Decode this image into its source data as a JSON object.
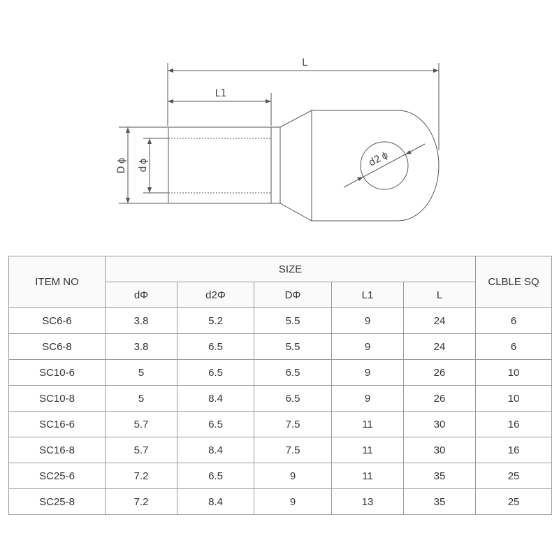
{
  "drawing": {
    "labels": {
      "L": "L",
      "L1": "L1",
      "D": "D",
      "d": "d",
      "d2": "d2",
      "phi": "ϕ"
    }
  },
  "table": {
    "item_header": "ITEM NO",
    "size_header": "SIZE",
    "cable_header": "CLBLE SQ",
    "sub_headers": [
      "dΦ",
      "d2Φ",
      "DΦ",
      "L1",
      "L"
    ],
    "rows": [
      [
        "SC6-6",
        "3.8",
        "5.2",
        "5.5",
        "9",
        "24",
        "6"
      ],
      [
        "SC6-8",
        "3.8",
        "6.5",
        "5.5",
        "9",
        "24",
        "6"
      ],
      [
        "SC10-6",
        "5",
        "6.5",
        "6.5",
        "9",
        "26",
        "10"
      ],
      [
        "SC10-8",
        "5",
        "8.4",
        "6.5",
        "9",
        "26",
        "10"
      ],
      [
        "SC16-6",
        "5.7",
        "6.5",
        "7.5",
        "11",
        "30",
        "16"
      ],
      [
        "SC16-8",
        "5.7",
        "8.4",
        "7.5",
        "11",
        "30",
        "16"
      ],
      [
        "SC25-6",
        "7.2",
        "6.5",
        "9",
        "11",
        "35",
        "25"
      ],
      [
        "SC25-8",
        "7.2",
        "8.4",
        "9",
        "13",
        "35",
        "25"
      ]
    ]
  }
}
